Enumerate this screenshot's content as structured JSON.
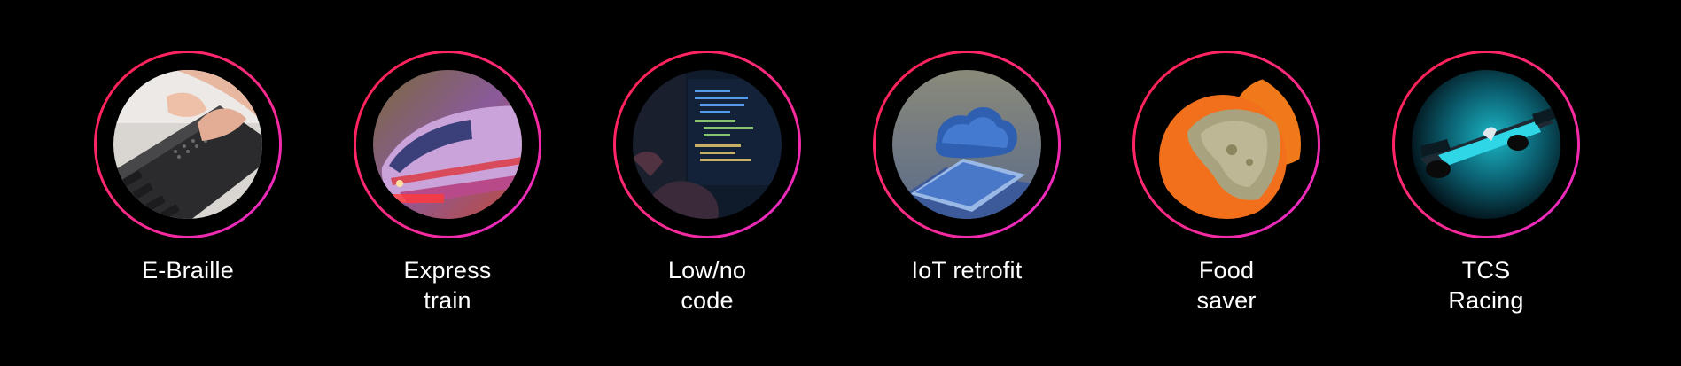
{
  "items": [
    {
      "label": "E-Braille",
      "icon": "braille-display-photo"
    },
    {
      "label": "Express\ntrain",
      "icon": "express-train-photo"
    },
    {
      "label": "Low/no\ncode",
      "icon": "coding-screen-photo"
    },
    {
      "label": "IoT retrofit",
      "icon": "cloud-chip-photo"
    },
    {
      "label": "Food\nsaver",
      "icon": "moldy-orange-photo"
    },
    {
      "label": "TCS\nRacing",
      "icon": "formula-e-car-photo"
    }
  ],
  "colors": {
    "background": "#000000",
    "ring_start": "#ff1f4a",
    "ring_end": "#e52bd4",
    "label": "#ffffff"
  }
}
